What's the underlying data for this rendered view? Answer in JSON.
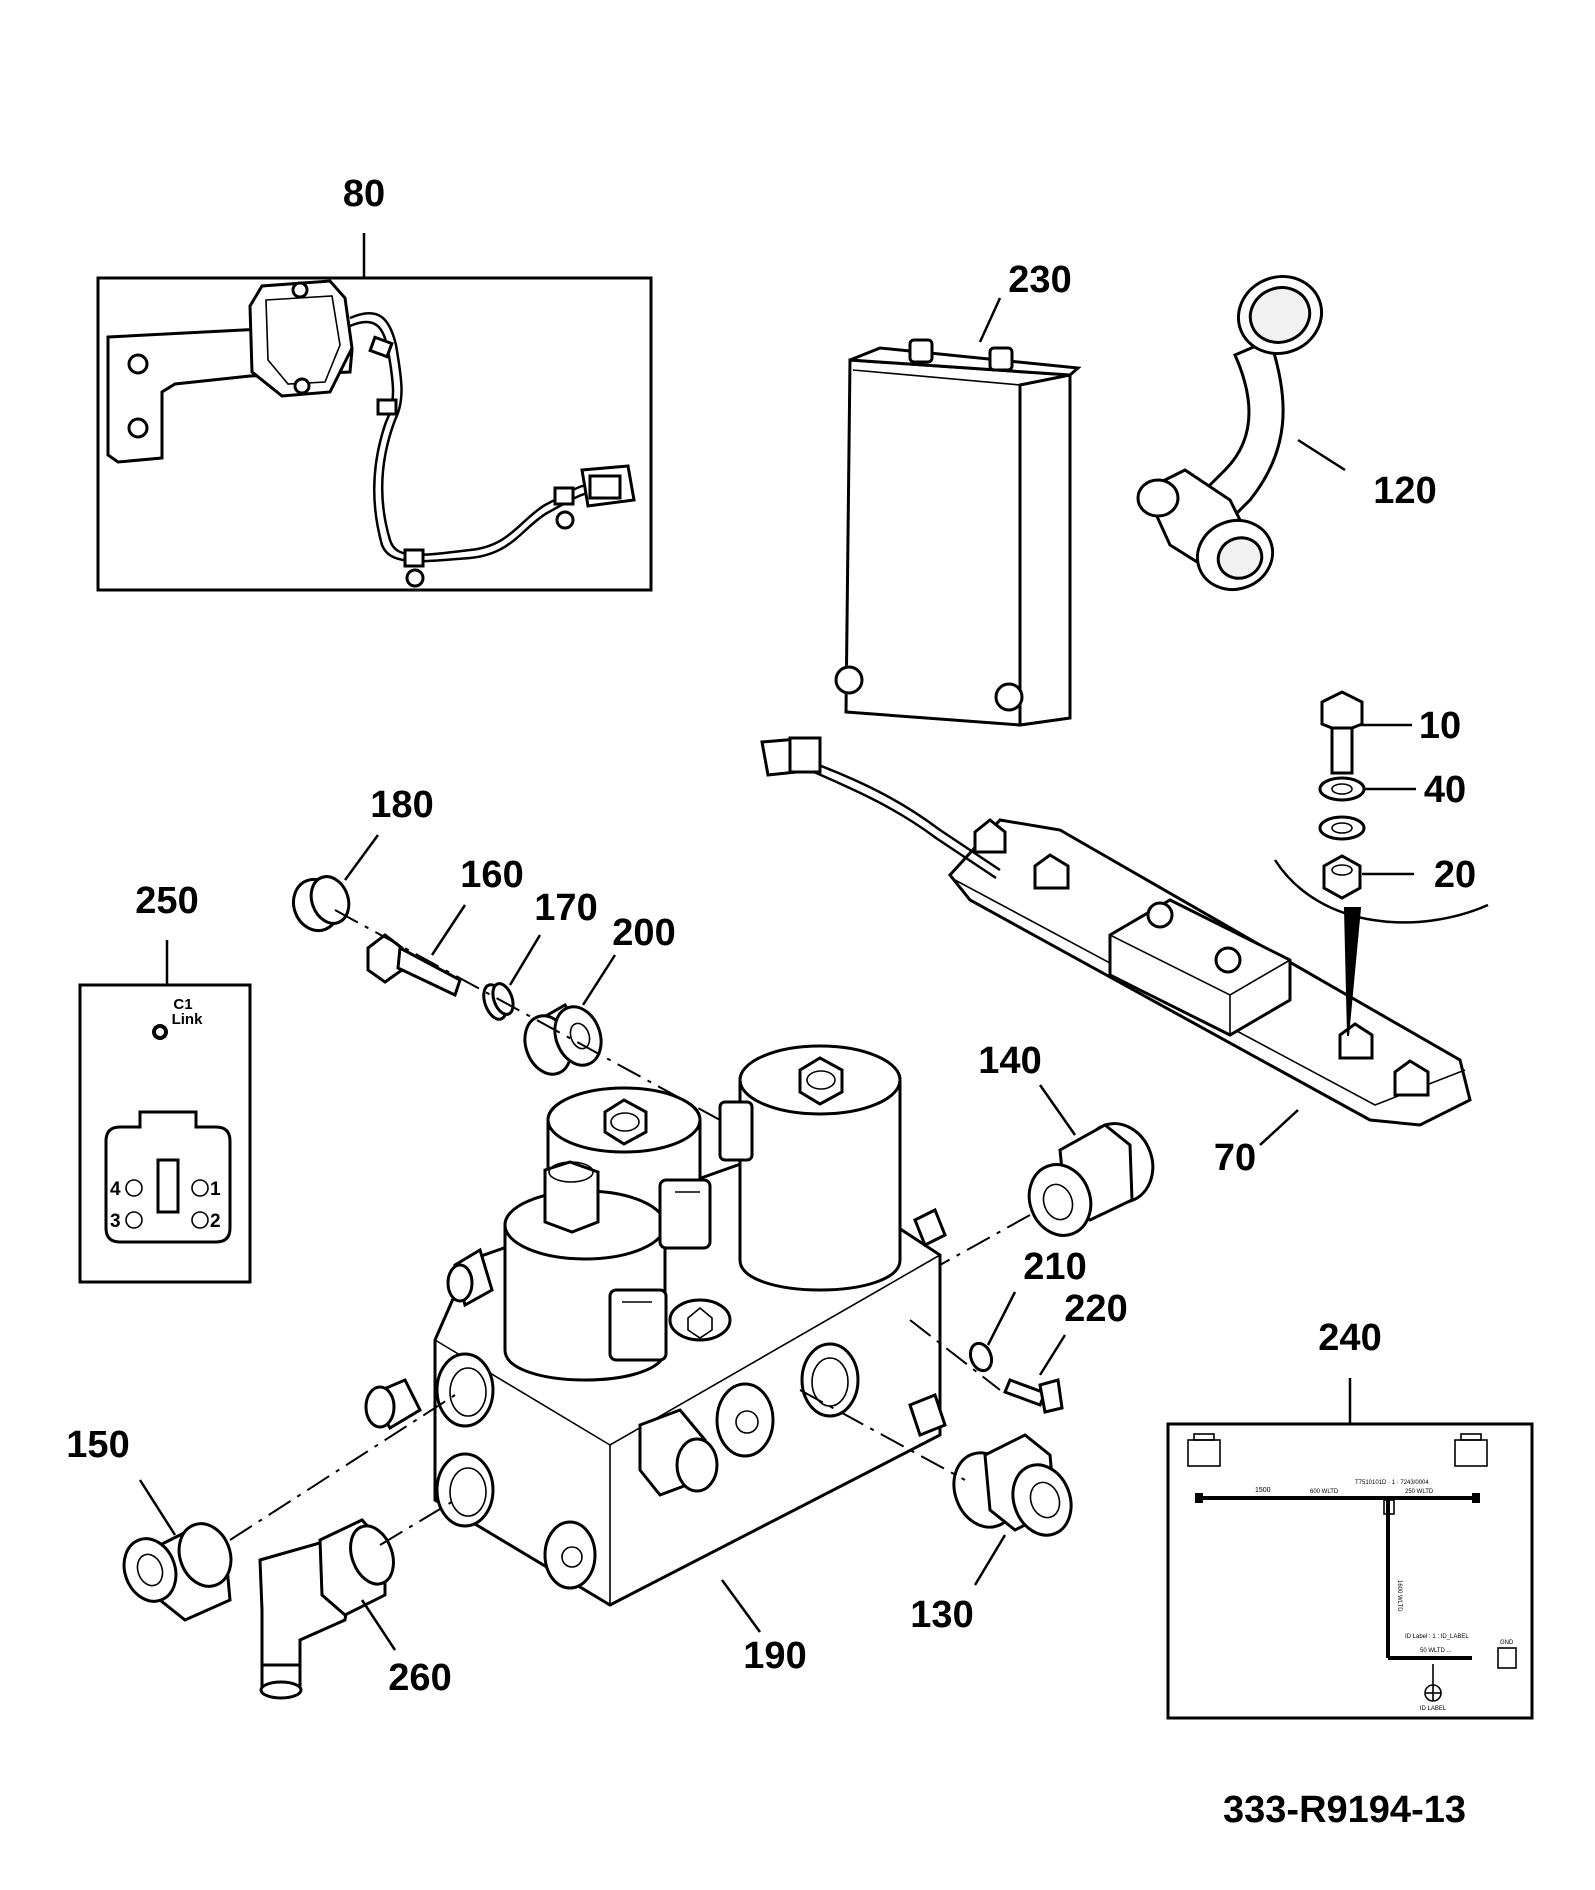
{
  "drawing_number": "333-R9194-13",
  "callouts": {
    "c10": "10",
    "c20": "20",
    "c40": "40",
    "c70": "70",
    "c80": "80",
    "c120": "120",
    "c130": "130",
    "c140": "140",
    "c150": "150",
    "c160": "160",
    "c170": "170",
    "c180": "180",
    "c190": "190",
    "c200": "200",
    "c210": "210",
    "c220": "220",
    "c230": "230",
    "c240": "240",
    "c250": "250",
    "c260": "260"
  },
  "connector_250": {
    "label_line1": "C1",
    "label_line2": "Link",
    "pins": {
      "p1": "1",
      "p2": "2",
      "p3": "3",
      "p4": "4"
    }
  },
  "harness_240": {
    "dim_1500": "1500",
    "left_text": "600 WLTD",
    "center_text": "T7510101D · 1 · 7243/0004",
    "right_text": "250 WLTD",
    "vert_text": "1600 WLTD",
    "label_text": "ID Label : 1 : ID_LABEL",
    "label_sub": "50 WLTD ...",
    "id_label": "ID LABEL",
    "gnd_label": "GND"
  }
}
